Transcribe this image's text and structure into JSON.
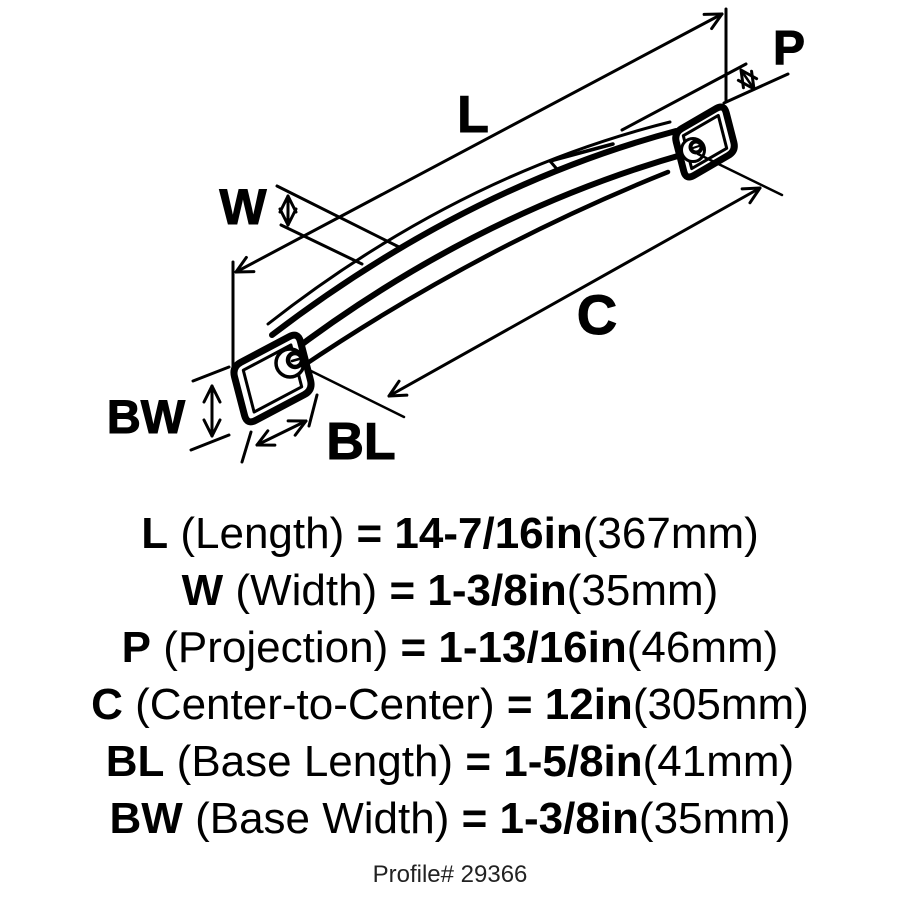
{
  "diagram": {
    "labels": {
      "length": "L",
      "width": "W",
      "projection": "P",
      "center_to_center": "C",
      "base_length": "BL",
      "base_width": "BW"
    }
  },
  "specs": {
    "rows": [
      {
        "code": "L",
        "name": "(Length)",
        "equals": "=",
        "imperial": "14-7/16in",
        "metric": "(367mm)"
      },
      {
        "code": "W",
        "name": "(Width)",
        "equals": "=",
        "imperial": "1-3/8in",
        "metric": "(35mm)"
      },
      {
        "code": "P",
        "name": "(Projection)",
        "equals": "=",
        "imperial": "1-13/16in",
        "metric": "(46mm)"
      },
      {
        "code": "C",
        "name": "(Center-to-Center)",
        "equals": "=",
        "imperial": "12in",
        "metric": "(305mm)"
      },
      {
        "code": "BL",
        "name": "(Base Length)",
        "equals": "=",
        "imperial": "1-5/8in",
        "metric": "(41mm)"
      },
      {
        "code": "BW",
        "name": "(Base Width)",
        "equals": "=",
        "imperial": "1-3/8in",
        "metric": "(35mm)"
      }
    ],
    "footer": "Profile# 29366"
  },
  "colors": {
    "ink": "#000000",
    "background": "#ffffff"
  }
}
